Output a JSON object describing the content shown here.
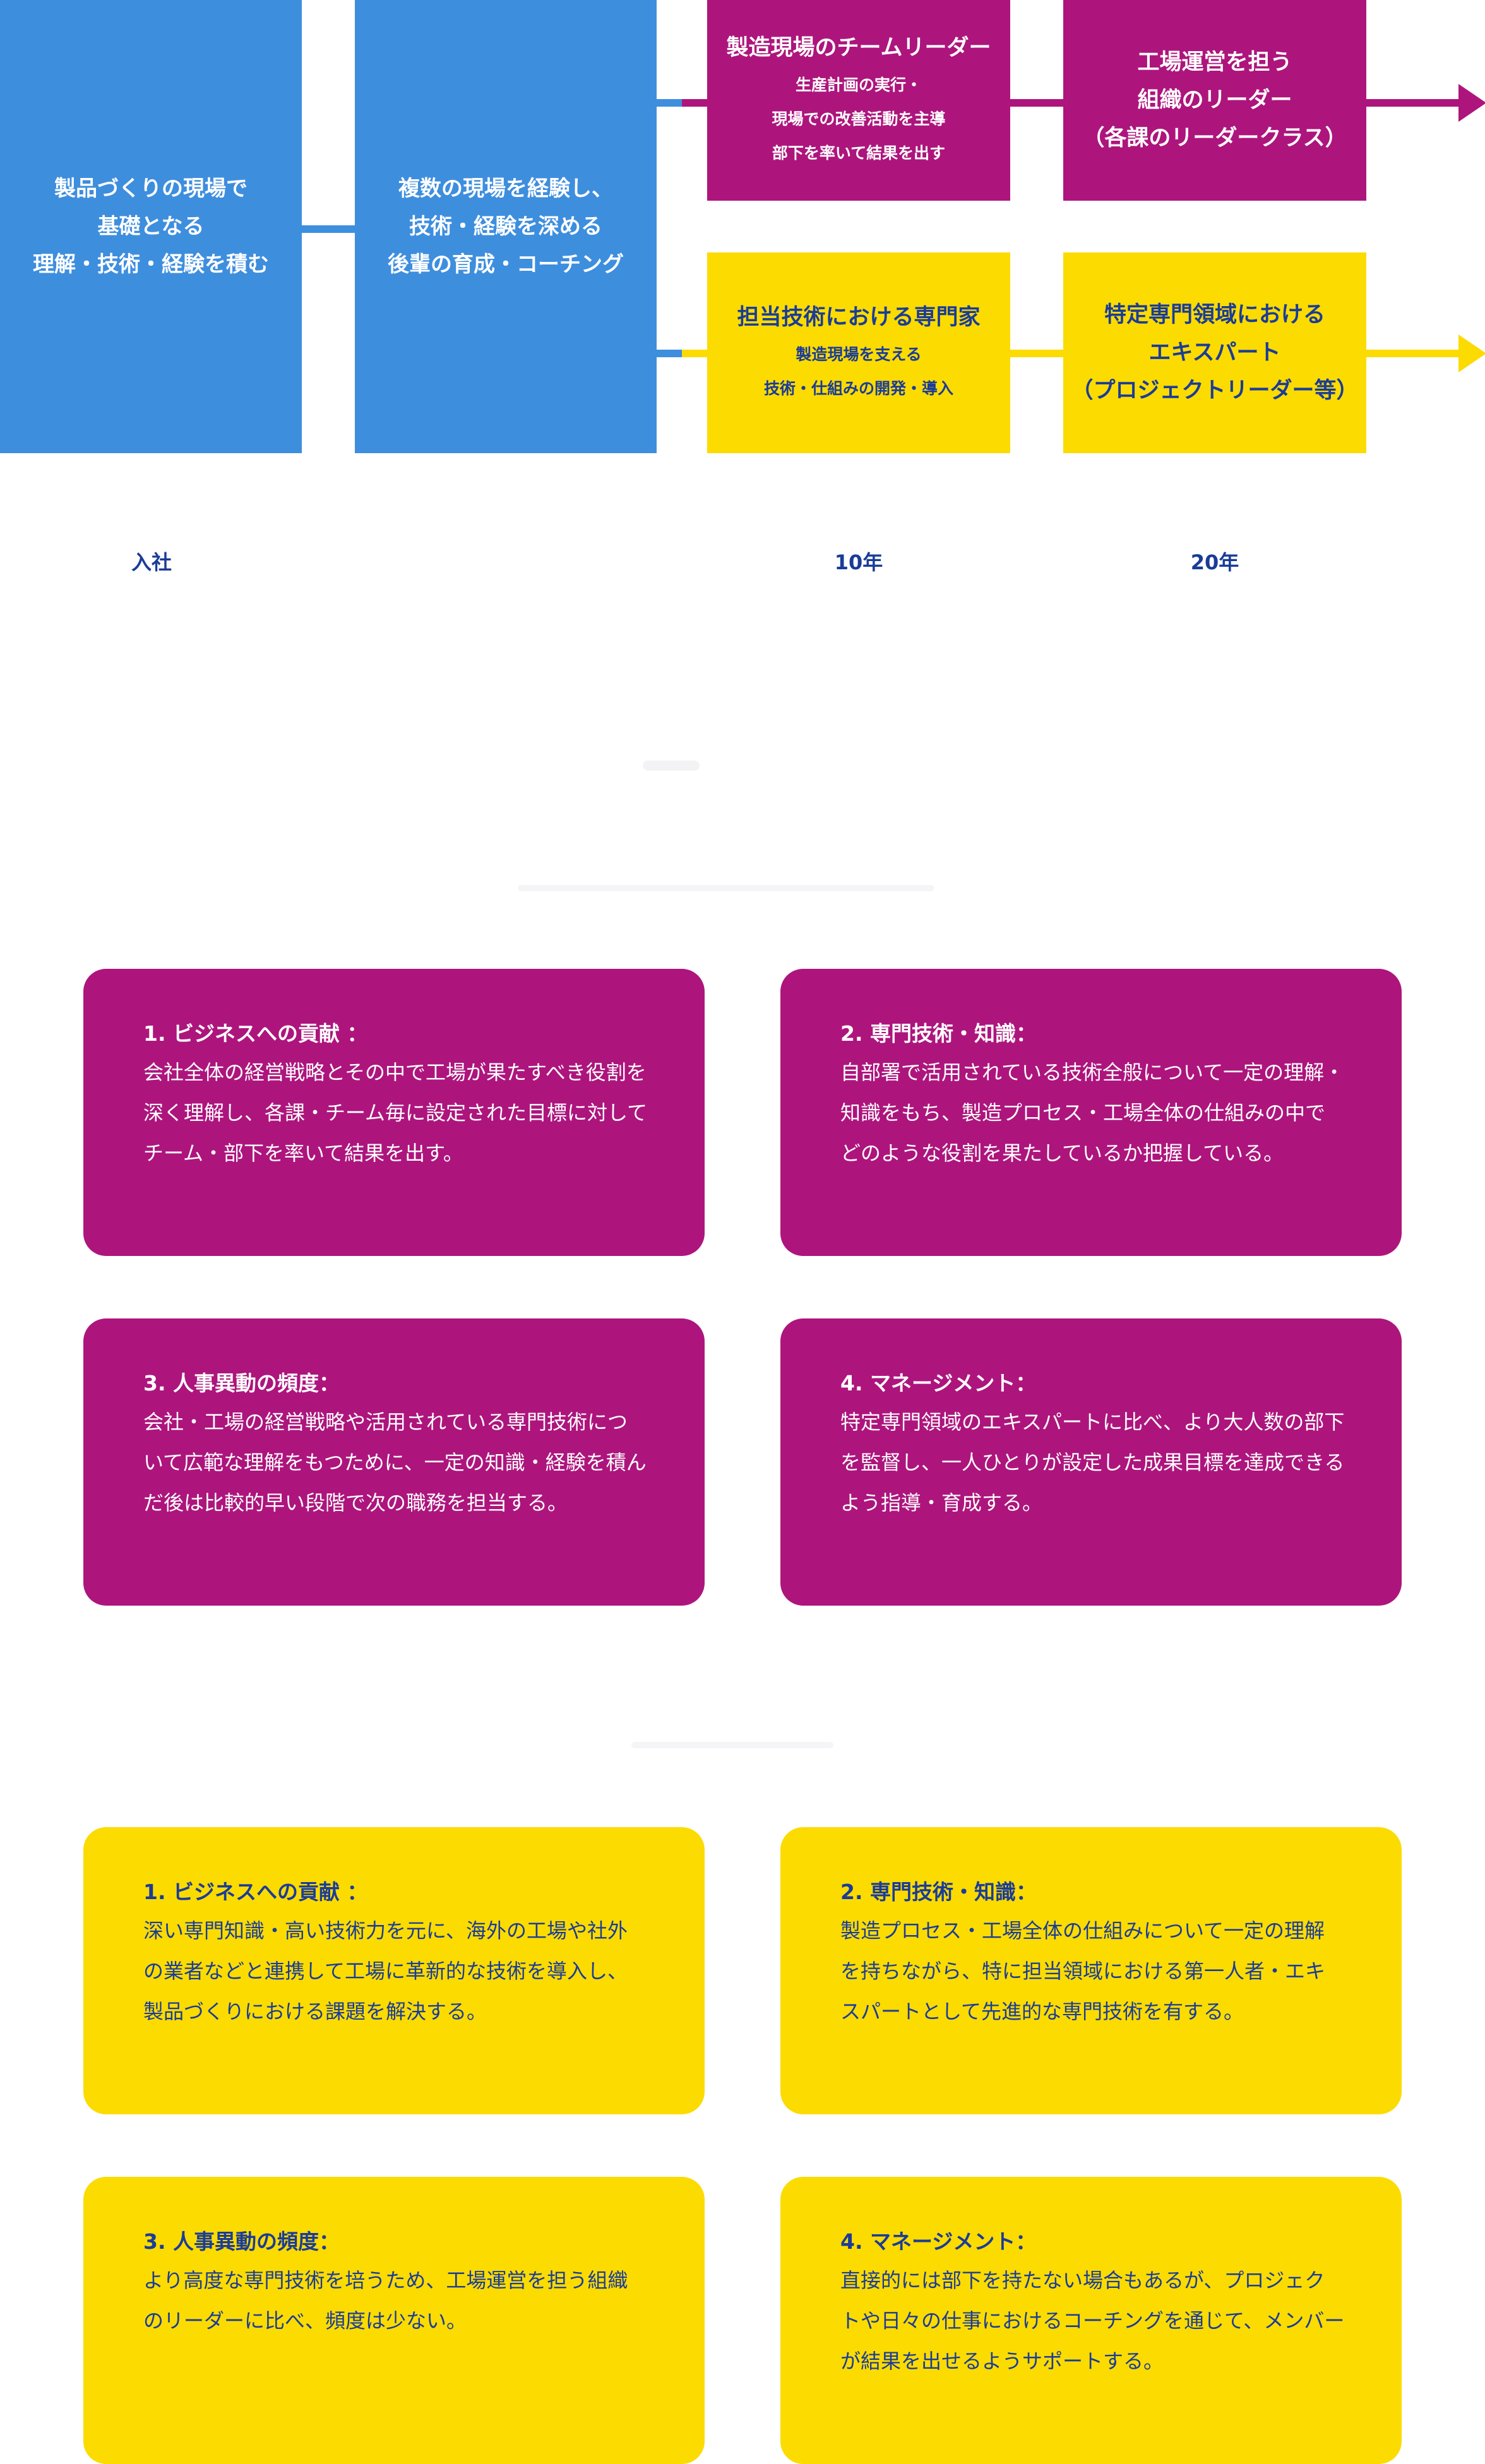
{
  "colors": {
    "blue": "#3e8ede",
    "magenta": "#ad157d",
    "yellow": "#fcdb00",
    "navy": "#1a3c98"
  },
  "path": {
    "stage1": {
      "lines": [
        "製品づくりの現場で",
        "基礎となる",
        "理解・技術・経験を積む"
      ]
    },
    "stage2": {
      "lines": [
        "複数の現場を経験し、",
        "技術・経験を深める",
        "後輩の育成・コーチング"
      ]
    },
    "leader_track": {
      "stage3": {
        "title": "製造現場のチームリーダー",
        "subs": [
          "生産計画の実行・",
          "現場での改善活動を主導",
          "部下を率いて結果を出す"
        ]
      },
      "stage4": {
        "lines": [
          "工場運営を担う",
          "組織のリーダー",
          "（各課のリーダークラス）"
        ]
      }
    },
    "expert_track": {
      "stage3": {
        "title": "担当技術における専門家",
        "subs": [
          "製造現場を支える",
          "技術・仕組みの開発・導入"
        ]
      },
      "stage4": {
        "lines": [
          "特定専門領域における",
          "エキスパート",
          "（プロジェクトリーダー等）"
        ]
      }
    }
  },
  "timeline": {
    "entry": "入社",
    "year10": "10年",
    "year20": "20年"
  },
  "leader_cards": [
    {
      "heading": "1. ビジネスへの貢献 ：",
      "body": "会社全体の経営戦略とその中で工場が果たすべき役割を深く理解し、各課・チーム毎に設定された目標に対してチーム・部下を率いて結果を出す。"
    },
    {
      "heading": "2. 専門技術・知識：",
      "body": "自部署で活用されている技術全般について一定の理解・知識をもち、製造プロセス・工場全体の仕組みの中でどのような役割を果たしているか把握している。"
    },
    {
      "heading": "3. 人事異動の頻度：",
      "body": "会社・工場の経営戦略や活用されている専門技術について広範な理解をもつために、一定の知識・経験を積んだ後は比較的早い段階で次の職務を担当する。"
    },
    {
      "heading": "4. マネージメント：",
      "body": "特定専門領域のエキスパートに比べ、より大人数の部下を監督し、一人ひとりが設定した成果目標を達成できるよう指導・育成する。"
    }
  ],
  "expert_cards": [
    {
      "heading": "1. ビジネスへの貢献 ：",
      "body": "深い専門知識・高い技術力を元に、海外の工場や社外の業者などと連携して工場に革新的な技術を導入し、製品づくりにおける課題を解決する。"
    },
    {
      "heading": "2. 専門技術・知識：",
      "body": "製造プロセス・工場全体の仕組みについて一定の理解を持ちながら、特に担当領域における第一人者・エキスパートとして先進的な専門技術を有する。"
    },
    {
      "heading": "3. 人事異動の頻度：",
      "body": "より高度な専門技術を培うため、工場運営を担う組織のリーダーに比べ、頻度は少ない。"
    },
    {
      "heading": "4. マネージメント：",
      "body": "直接的には部下を持たない場合もあるが、プロジェクトや日々の仕事におけるコーチングを通じて、メンバーが結果を出せるようサポートする。"
    }
  ]
}
